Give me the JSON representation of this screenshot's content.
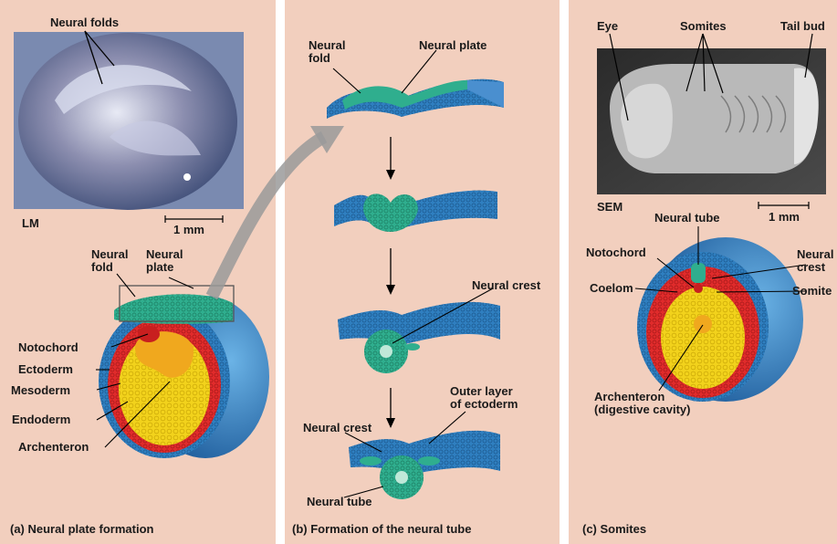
{
  "panels": {
    "a": {
      "caption": "(a) Neural plate formation",
      "photo_label": "Neural folds",
      "microscopy": "LM",
      "scale": "1 mm",
      "labels": {
        "neural_fold": [
          "Neural",
          "fold"
        ],
        "neural_plate": [
          "Neural",
          "plate"
        ],
        "notochord": "Notochord",
        "ectoderm": "Ectoderm",
        "mesoderm": "Mesoderm",
        "endoderm": "Endoderm",
        "archenteron": "Archenteron"
      }
    },
    "b": {
      "caption": "(b) Formation of the neural tube",
      "labels": {
        "neural_fold": [
          "Neural",
          "fold"
        ],
        "neural_plate": "Neural plate",
        "neural_crest_1": "Neural crest",
        "outer_layer": [
          "Outer layer",
          "of ectoderm"
        ],
        "neural_crest_2": "Neural crest",
        "neural_tube": "Neural tube"
      }
    },
    "c": {
      "caption": "(c) Somites",
      "photo_labels": {
        "eye": "Eye",
        "somites": "Somites",
        "tail_bud": "Tail bud"
      },
      "microscopy": "SEM",
      "scale": "1 mm",
      "labels": {
        "neural_tube": "Neural tube",
        "notochord": "Notochord",
        "neural_crest": [
          "Neural",
          "crest"
        ],
        "coelom": "Coelom",
        "somite": "Somite",
        "archenteron": [
          "Archenteron",
          "(digestive cavity)"
        ]
      }
    }
  },
  "colors": {
    "background": "#f2cfbe",
    "ectoderm": "#2f7fc0",
    "neural": "#2fae8e",
    "mesoderm": "#e02b2b",
    "endoderm": "#f2d21c",
    "archenteron": "#f0a81e"
  }
}
